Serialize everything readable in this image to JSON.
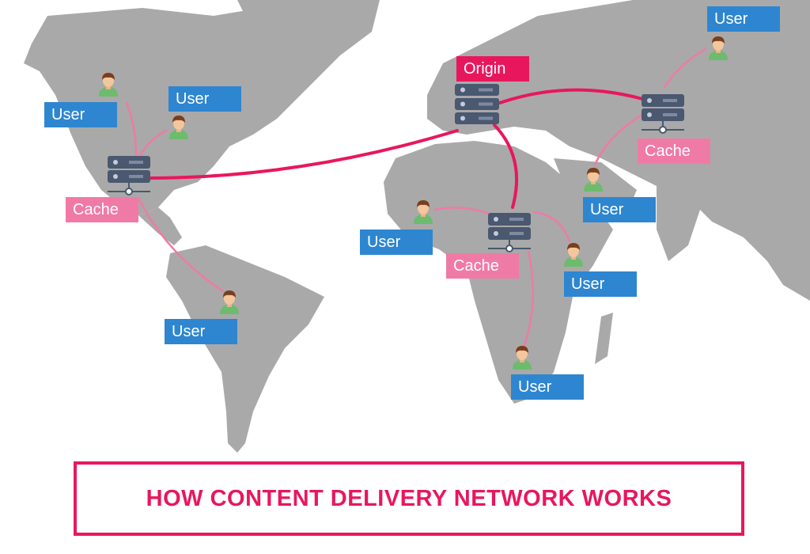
{
  "title": "HOW CONTENT DELIVERY NETWORK WORKS",
  "colors": {
    "accent": "#e8175d",
    "cache_label": "#f07aa6",
    "user_label": "#2e86d0",
    "land": "#a9a9a9",
    "server": "#4a5870"
  },
  "origin": {
    "label": "Origin",
    "icon": "server-stack-icon"
  },
  "caches": [
    {
      "id": "americas",
      "label": "Cache",
      "icon": "server-icon"
    },
    {
      "id": "africa",
      "label": "Cache",
      "icon": "server-icon"
    },
    {
      "id": "asia",
      "label": "Cache",
      "icon": "server-icon"
    }
  ],
  "users": [
    {
      "id": "na-west",
      "label": "User",
      "icon": "user-icon"
    },
    {
      "id": "na-east",
      "label": "User",
      "icon": "user-icon"
    },
    {
      "id": "south-america",
      "label": "User",
      "icon": "user-icon"
    },
    {
      "id": "west-africa",
      "label": "User",
      "icon": "user-icon"
    },
    {
      "id": "east-africa",
      "label": "User",
      "icon": "user-icon"
    },
    {
      "id": "south-africa",
      "label": "User",
      "icon": "user-icon"
    },
    {
      "id": "middle-east",
      "label": "User",
      "icon": "user-icon"
    },
    {
      "id": "east-asia",
      "label": "User",
      "icon": "user-icon"
    }
  ]
}
